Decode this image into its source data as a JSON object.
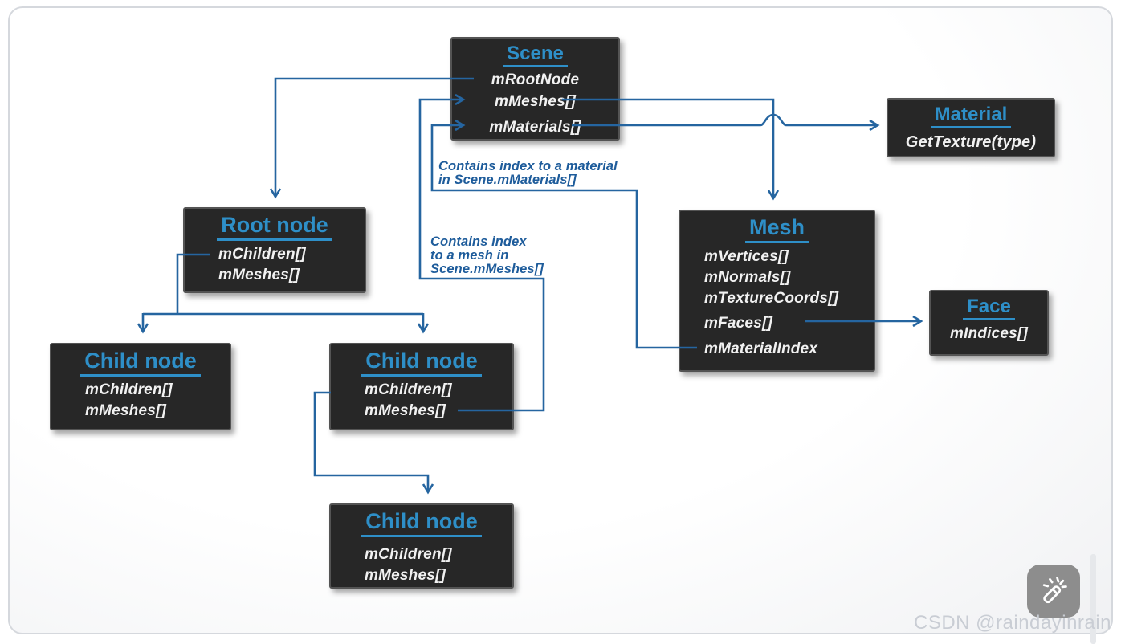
{
  "diagram": {
    "nodes": {
      "scene": {
        "title": "Scene",
        "members": [
          "mRootNode",
          "mMeshes[]",
          "mMaterials[]"
        ]
      },
      "material": {
        "title": "Material",
        "members": [
          "GetTexture(type)"
        ]
      },
      "root_node": {
        "title": "Root node",
        "members": [
          "mChildren[]",
          "mMeshes[]"
        ]
      },
      "child_node_1": {
        "title": "Child node",
        "members": [
          "mChildren[]",
          "mMeshes[]"
        ]
      },
      "child_node_2": {
        "title": "Child node",
        "members": [
          "mChildren[]",
          "mMeshes[]"
        ]
      },
      "child_node_3": {
        "title": "Child node",
        "members": [
          "mChildren[]",
          "mMeshes[]"
        ]
      },
      "mesh": {
        "title": "Mesh",
        "members": [
          "mVertices[]",
          "mNormals[]",
          "mTextureCoords[]",
          "mFaces[]",
          "mMaterialIndex"
        ]
      },
      "face": {
        "title": "Face",
        "members": [
          "mIndices[]"
        ]
      }
    },
    "annotations": {
      "material_note_line1": "Contains index to a material",
      "material_note_line2": "in Scene.mMaterials[]",
      "mesh_note_line1": "Contains index",
      "mesh_note_line2": "to a mesh in",
      "mesh_note_line3": "Scene.mMeshes[]"
    },
    "edges": [
      {
        "from": "Scene.mRootNode",
        "to": "Root node"
      },
      {
        "from": "Scene.mMeshes[]",
        "to": "Mesh"
      },
      {
        "from": "Scene.mMaterials[]",
        "to": "Material"
      },
      {
        "from": "Root node.mChildren[]",
        "to": "Child node (left)"
      },
      {
        "from": "Root node.mChildren[]",
        "to": "Child node (center)"
      },
      {
        "from": "Child node (center).mChildren[]",
        "to": "Child node (bottom)"
      },
      {
        "from": "Child node (center).mMeshes[]",
        "to": "Scene.mMeshes[]"
      },
      {
        "from": "Mesh.mMaterialIndex",
        "to": "Scene.mMaterials[]"
      },
      {
        "from": "Mesh.mFaces[]",
        "to": "Face"
      }
    ],
    "colors": {
      "node_background": "#272727",
      "node_border": "#545454",
      "title_blue": "#2e8fc8",
      "member_text": "#f1f1f1",
      "connector_blue": "#2565a0",
      "annotation_blue": "#1e5c9b"
    }
  },
  "overlay": {
    "watermark": "CSDN @raindayinrain",
    "magic_wand_button": "magic-wand-icon"
  }
}
